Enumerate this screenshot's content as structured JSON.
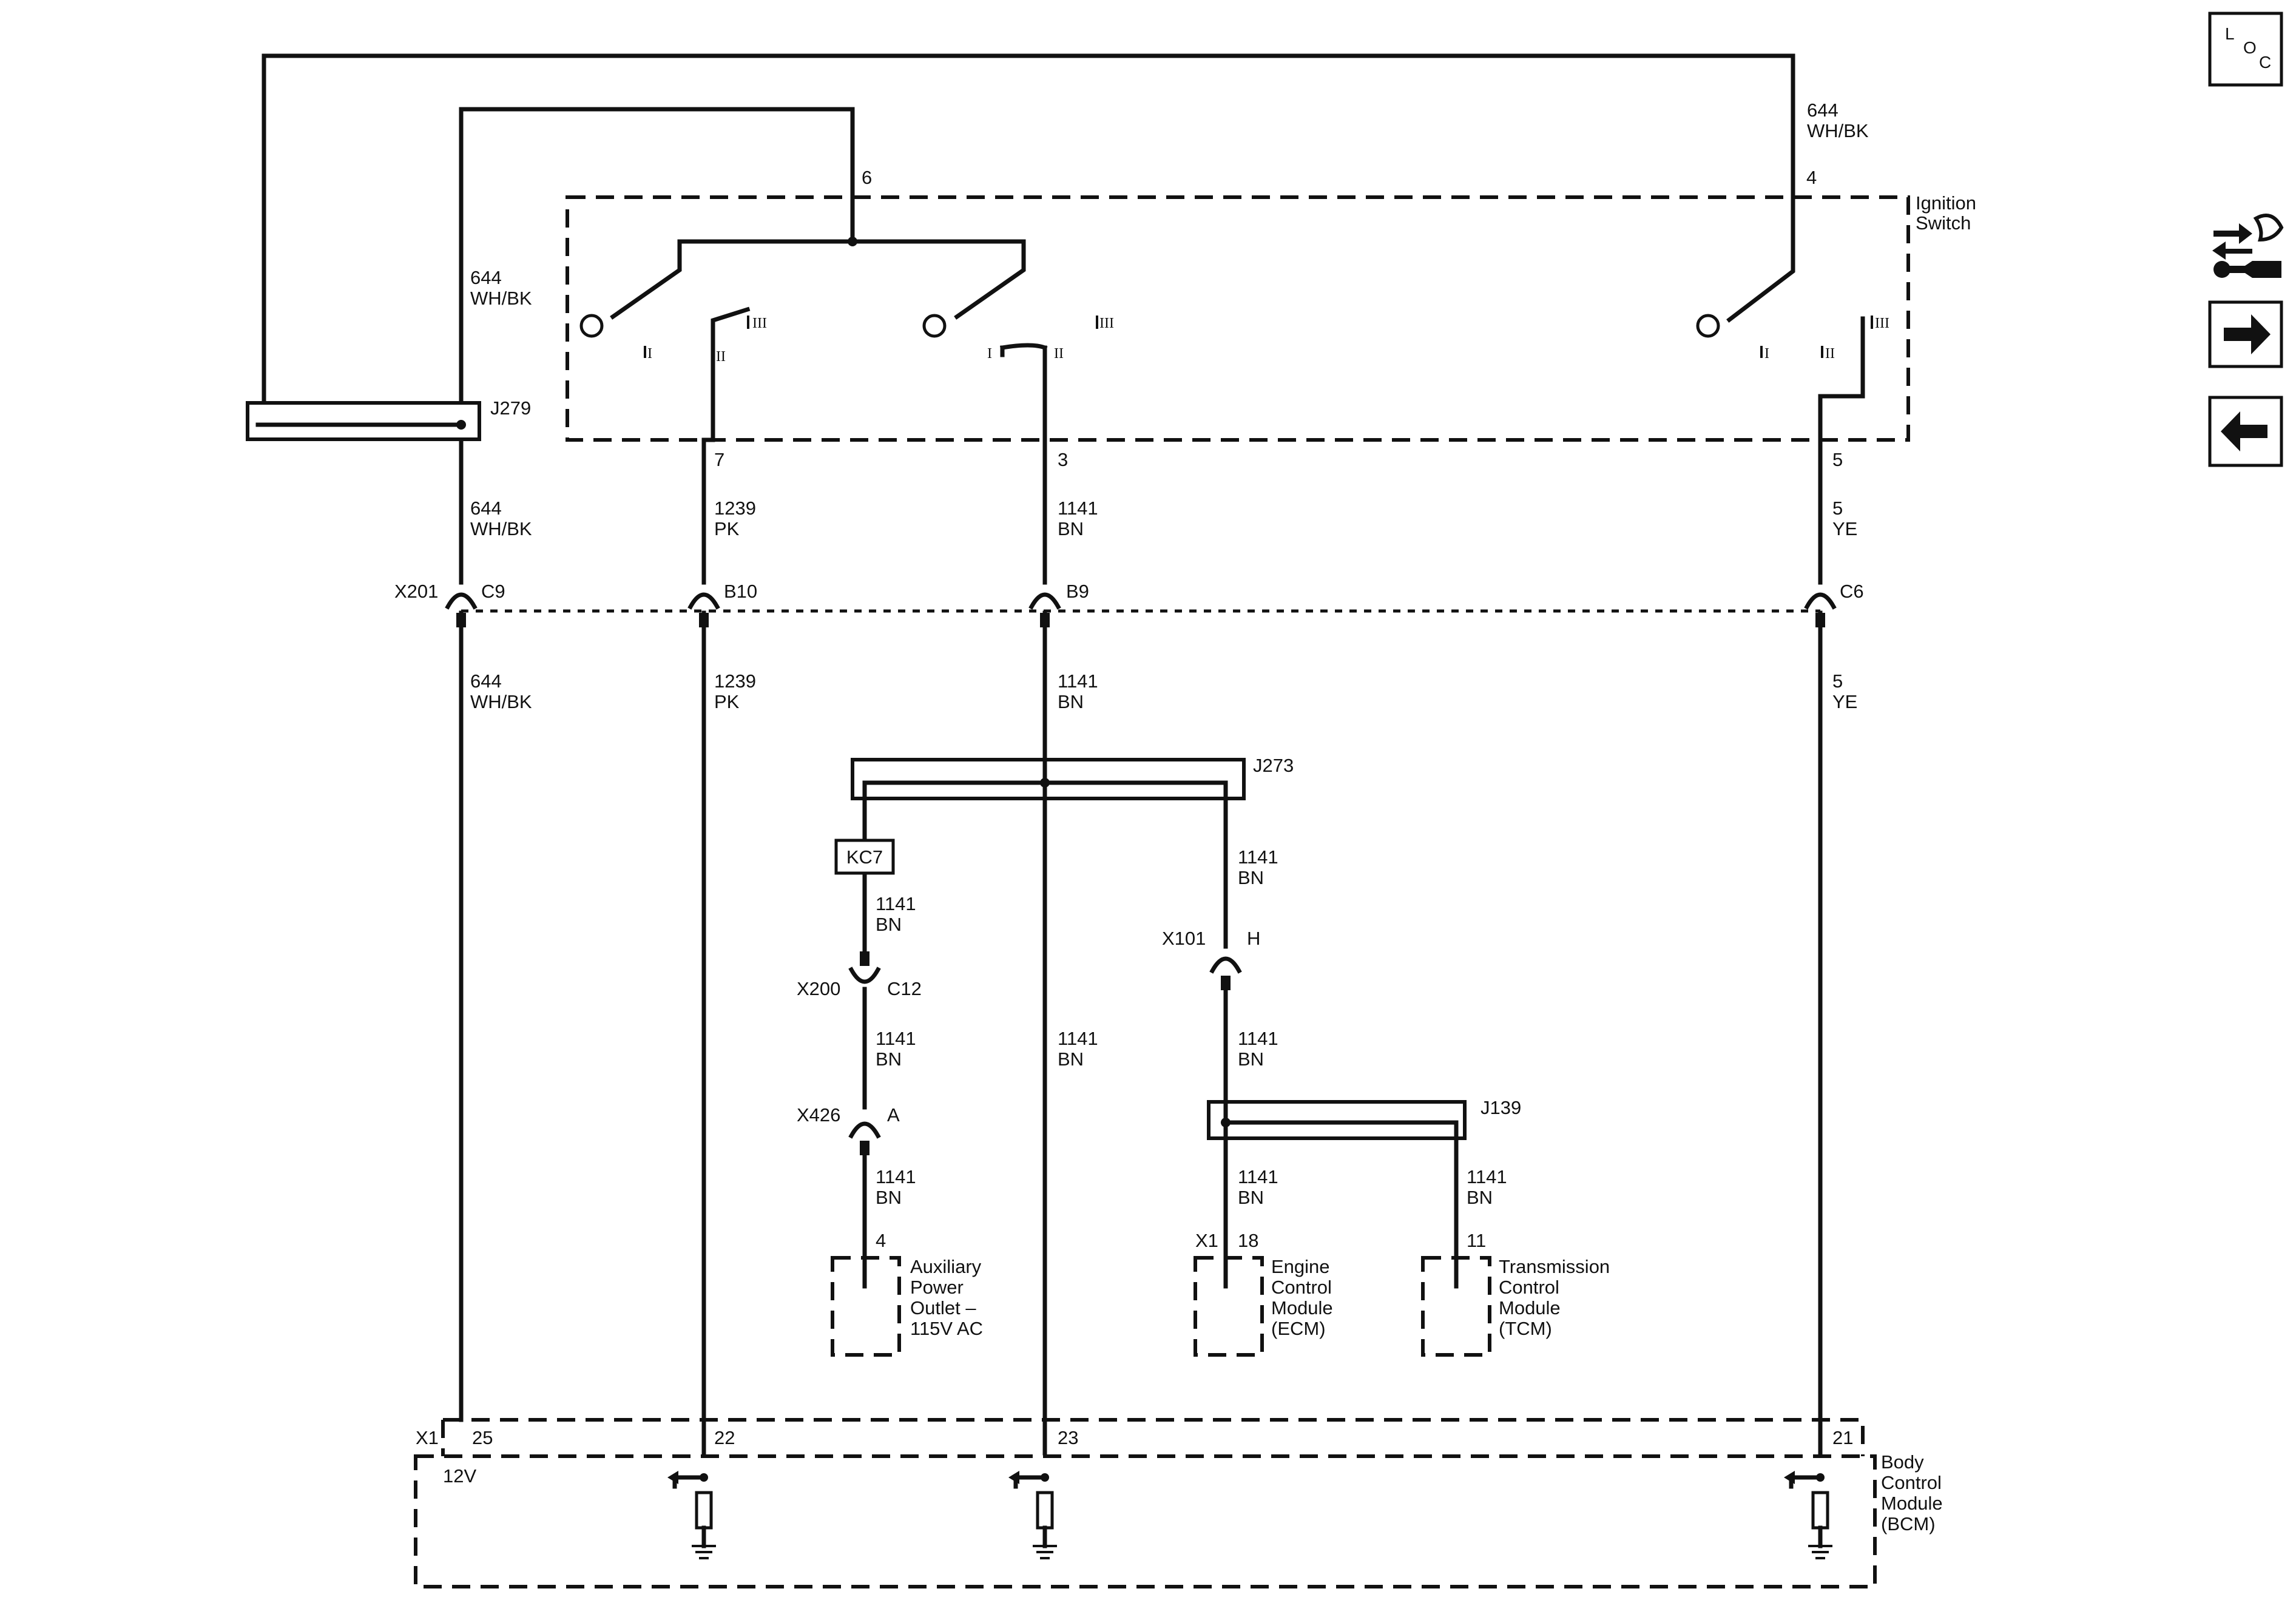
{
  "components": {
    "ignition_switch": [
      "Ignition",
      "Switch"
    ],
    "bcm": [
      "Body",
      "Control",
      "Module",
      "(BCM)"
    ],
    "aux_outlet": [
      "Auxiliary",
      "Power",
      "Outlet –",
      "115V AC"
    ],
    "ecm": [
      "Engine",
      "Control",
      "Module",
      "(ECM)"
    ],
    "tcm": [
      "Transmission",
      "Control",
      "Module",
      "(TCM)"
    ],
    "kc7": "KC7"
  },
  "splices": {
    "j279": "J279",
    "j273": "J273",
    "j139": "J139"
  },
  "connectors": {
    "x201": "X201",
    "x200": "X200",
    "x426": "X426",
    "x101": "X101",
    "x1_bcm": "X1",
    "x1_ecm": "X1"
  },
  "pins": {
    "sw6": "6",
    "sw4": "4",
    "sw7": "7",
    "sw3": "3",
    "sw5": "5",
    "c9": "C9",
    "b10": "B10",
    "b9": "B9",
    "c6": "C6",
    "c12": "C12",
    "a": "A",
    "h": "H",
    "outlet4": "4",
    "ecm18": "18",
    "tcm11": "11",
    "bcm25": "25",
    "bcm22": "22",
    "bcm23": "23",
    "bcm21": "21"
  },
  "wires": {
    "w644a": [
      "644",
      "WH/BK"
    ],
    "w644b": [
      "644",
      "WH/BK"
    ],
    "w644c": [
      "644",
      "WH/BK"
    ],
    "w644d": [
      "644",
      "WH/BK"
    ],
    "w1239a": [
      "1239",
      "PK"
    ],
    "w1239b": [
      "1239",
      "PK"
    ],
    "w1141a": [
      "1141",
      "BN"
    ],
    "w1141b": [
      "1141",
      "BN"
    ],
    "w1141c": [
      "1141",
      "BN"
    ],
    "w1141d": [
      "1141",
      "BN"
    ],
    "w1141e": [
      "1141",
      "BN"
    ],
    "w1141f": [
      "1141",
      "BN"
    ],
    "w1141g": [
      "1141",
      "BN"
    ],
    "w1141h": [
      "1141",
      "BN"
    ],
    "w1141i": [
      "1141",
      "BN"
    ],
    "w1141j": [
      "1141",
      "BN"
    ],
    "w5a": [
      "5",
      "YE"
    ],
    "w5b": [
      "5",
      "YE"
    ]
  },
  "switch_positions": {
    "s1_a": "I",
    "s1_b": "II",
    "s1_c": "III",
    "s2_a": "I",
    "s2_b": "II",
    "s2_c": "III",
    "s3_a": "I",
    "s3_b": "II",
    "s3_c": "III"
  },
  "bcm_voltage": "12V",
  "loc_letters": [
    "L",
    "O",
    "C"
  ],
  "icons": [
    "loc-icon",
    "schematic-tools-icon",
    "next-arrow-icon",
    "previous-arrow-icon"
  ]
}
